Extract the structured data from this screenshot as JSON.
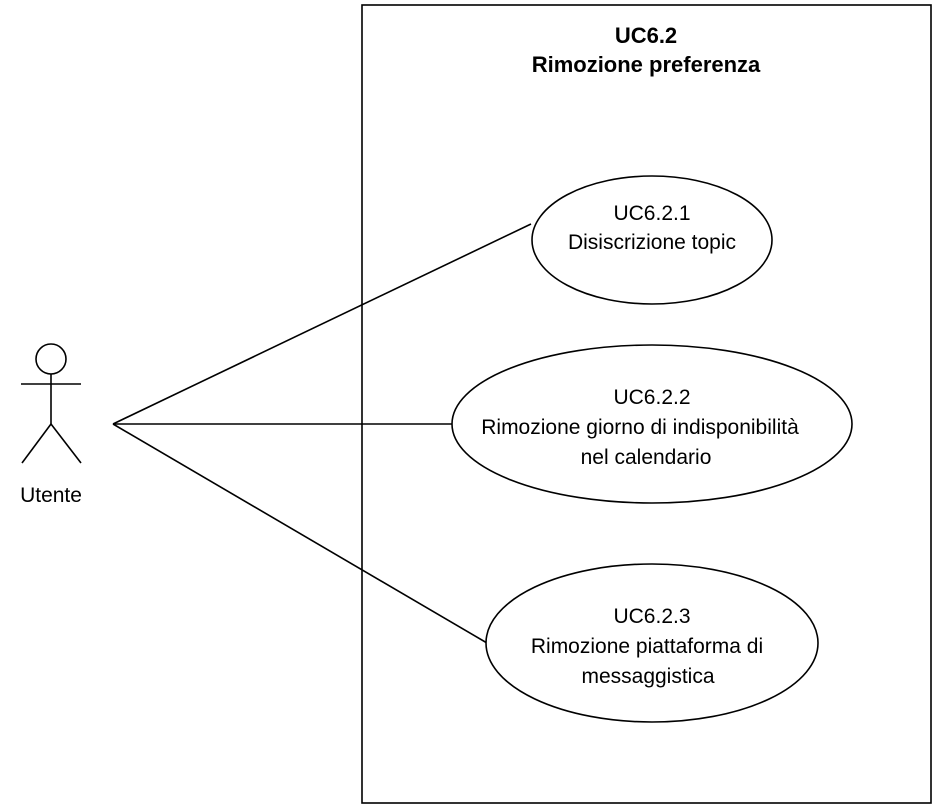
{
  "system": {
    "id": "UC6.2",
    "name": "Rimozione preferenza"
  },
  "actor": {
    "name": "Utente"
  },
  "use_cases": [
    {
      "id": "UC6.2.1",
      "lines": [
        "Disiscrizione topic"
      ]
    },
    {
      "id": "UC6.2.2",
      "lines": [
        "Rimozione giorno di indisponibilità",
        "nel calendario"
      ]
    },
    {
      "id": "UC6.2.3",
      "lines": [
        "Rimozione piattaforma di",
        "messaggistica"
      ]
    }
  ],
  "colors": {
    "stroke": "#000000",
    "background": "#ffffff"
  }
}
